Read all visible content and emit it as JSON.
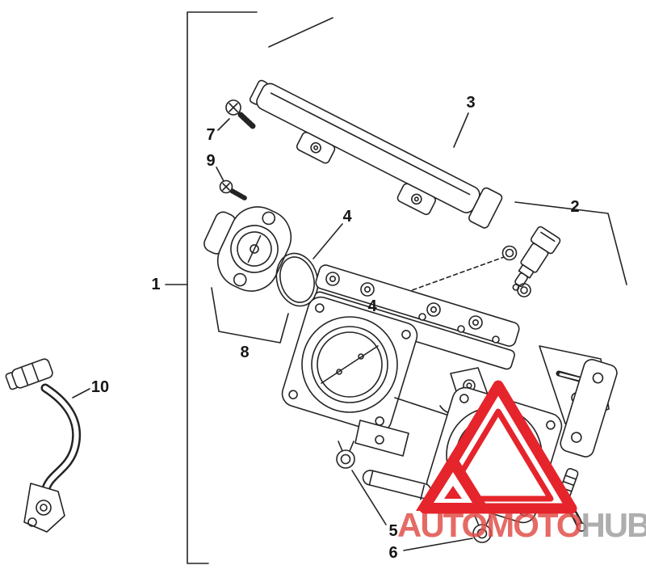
{
  "callouts": [
    {
      "id": "1",
      "label": "1"
    },
    {
      "id": "2",
      "label": "2"
    },
    {
      "id": "3",
      "label": "3"
    },
    {
      "id": "4a",
      "label": "4"
    },
    {
      "id": "4b",
      "label": "4"
    },
    {
      "id": "5",
      "label": "5"
    },
    {
      "id": "6",
      "label": "6"
    },
    {
      "id": "7",
      "label": "7"
    },
    {
      "id": "8",
      "label": "8"
    },
    {
      "id": "9",
      "label": "9"
    },
    {
      "id": "10",
      "label": "10"
    }
  ],
  "watermark": {
    "brand_left": "AUTOMOTO",
    "brand_right": "HUB",
    "logo_color": "#e5242b",
    "brand_left_color": "#e04a44",
    "brand_right_color": "#9d9d9d"
  },
  "colors": {
    "background": "#ffffff",
    "line_art": "#242424"
  }
}
